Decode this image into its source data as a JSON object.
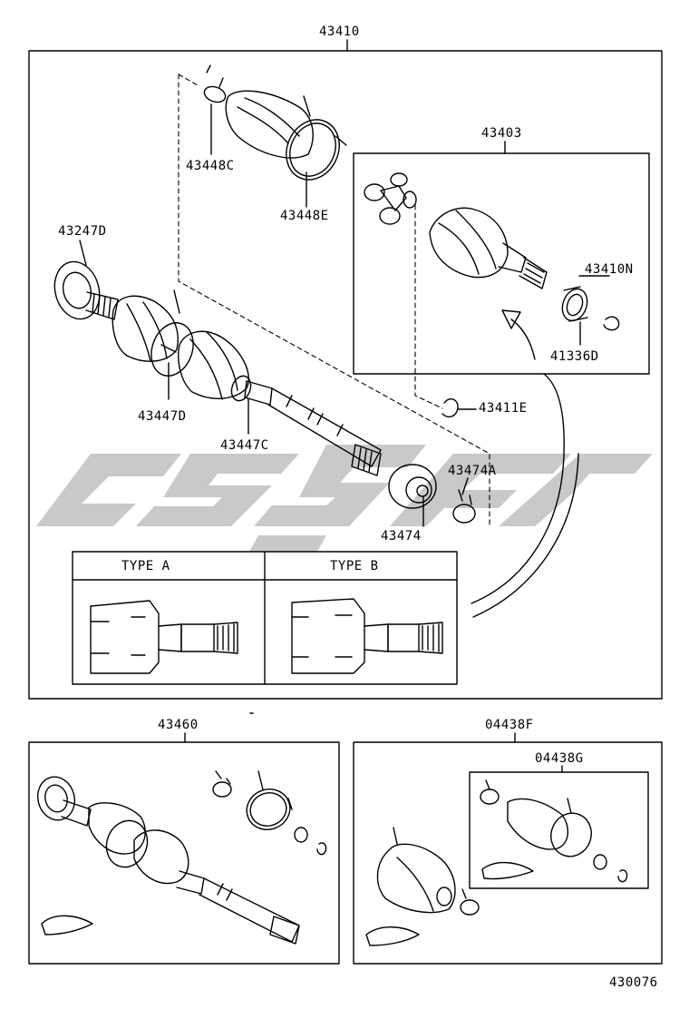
{
  "labels": {
    "main_assembly": "43410",
    "inboard_joint": "43403",
    "boot_clamp_c": "43448C",
    "boot_clamp_e": "43448E",
    "dust_seal_d": "43247D",
    "snap_ring_n": "43410N",
    "oil_seal": "41336D",
    "boot_clamp_d": "43447D",
    "boot_clamp_47c": "43447C",
    "snap_ring_e": "43411E",
    "dust_deflector": "43474",
    "deflector_clamp": "43474A",
    "alt_assembly": "43460",
    "boot_kit_f": "04438F",
    "boot_kit_g": "04438G",
    "figure_number": "430076"
  },
  "type_table": {
    "type_a": "TYPE A",
    "type_b": "TYPE B"
  },
  "colors": {
    "line": "#000000",
    "watermark": "#c8c8c8",
    "background": "#ffffff"
  }
}
